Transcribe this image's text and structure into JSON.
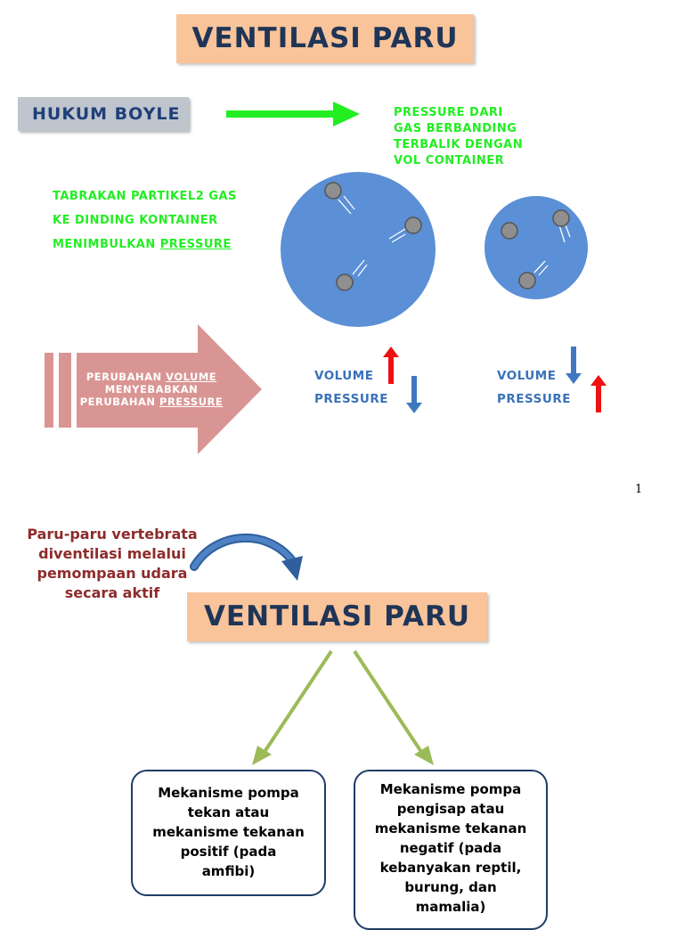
{
  "page1": {
    "title": "VENTILASI PARU",
    "law_label": "HUKUM BOYLE",
    "boyle_statement": [
      "PRESSURE DARI",
      "GAS BERBANDING",
      "TERBALIK DENGAN",
      "VOL CONTAINER"
    ],
    "collision_lines": [
      "TABRAKAN PARTIKEL2 GAS",
      "KE DINDING KONTAINER"
    ],
    "collision_line3_prefix": "MENIMBULKAN ",
    "collision_line3_emph": "PRESSURE",
    "arrow_text": {
      "l1_prefix": "PERUBAHAN ",
      "l1_emph": "VOLUME",
      "l2": "MENYEBABKAN",
      "l3_prefix": "PERUBAHAN ",
      "l3_emph": "PRESSURE"
    },
    "left_container": {
      "volume_label": "VOLUME",
      "pressure_label": "PRESSURE"
    },
    "right_container": {
      "volume_label": "VOLUME",
      "pressure_label": "PRESSURE"
    },
    "page_number": "1"
  },
  "page2": {
    "intro_lines": [
      "Paru-paru vertebrata",
      "diventilasi melalui",
      "pemompaan udara",
      "secara aktif"
    ],
    "title": "VENTILASI PARU",
    "box_left_lines": [
      "Mekanisme pompa",
      "tekan atau",
      "mekanisme tekanan",
      "positif (pada",
      "amfibi)"
    ],
    "box_right_lines": [
      "Mekanisme pompa",
      "pengisap atau",
      "mekanisme tekanan",
      "negatif (pada",
      "kebanyakan reptil,",
      "burung, dan",
      "mamalia)"
    ]
  },
  "colors": {
    "title_bg": "#f9c49a",
    "title_text": "#1f3557",
    "green": "#22ee22",
    "circle_blue": "#5b8fd6",
    "arrow_red": "#ee1111",
    "arrow_blue": "#3f78c0",
    "pink_arrow": "#d99593",
    "maroon": "#8e2b2b"
  }
}
